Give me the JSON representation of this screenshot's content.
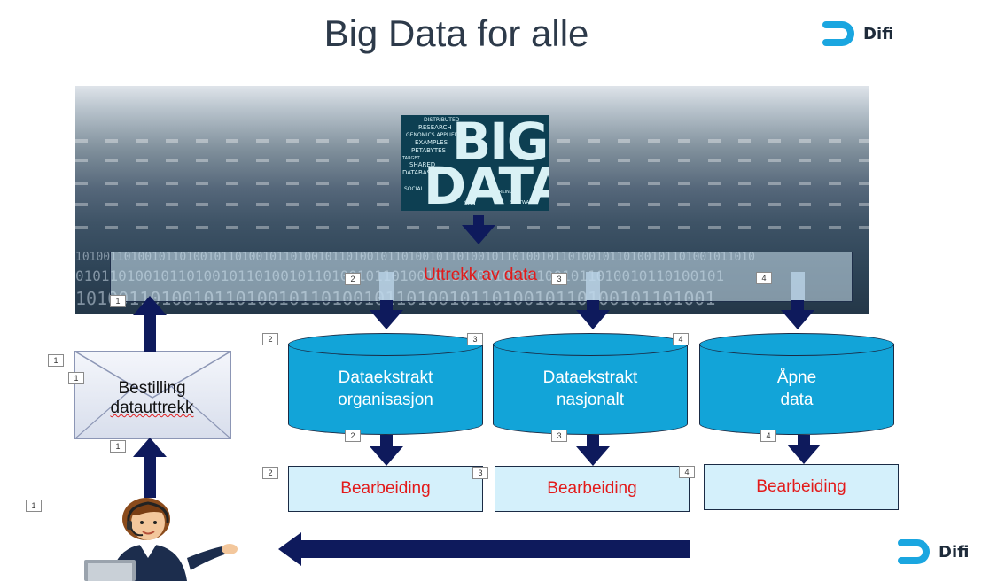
{
  "slide": {
    "title": "Big Data for alle",
    "logo_word": "Difi",
    "logo_word_bottom": "Difi",
    "big_data_image": {
      "big": "BIG",
      "data": "DATA",
      "words": [
        "DISTRIBUTED",
        "RESEARCH",
        "GENOMICS APPLIED",
        "EXAMPLES",
        "PETABYTES",
        "TARGET",
        "SHARED",
        "DATABASES",
        "SOCIAL",
        "SOFTWARE",
        "SAN",
        "NETWORKING"
      ]
    },
    "extract_band_label": "Uttrekk av data",
    "order_label_line1": "Bestilling",
    "order_label_line2": "datauttrekk",
    "cylinders": [
      {
        "line1": "Dataekstrakt",
        "line2": "organisasjon"
      },
      {
        "line1": "Dataekstrakt",
        "line2": "nasjonalt"
      },
      {
        "line1": "Åpne",
        "line2": "data"
      }
    ],
    "processing": [
      "Bearbeiding",
      "Bearbeiding",
      "Bearbeiding"
    ],
    "badges": [
      "1",
      "1",
      "1",
      "1",
      "1",
      "2",
      "2",
      "2",
      "2",
      "3",
      "3",
      "3",
      "3",
      "4",
      "4",
      "4",
      "4"
    ],
    "colors": {
      "title": "#2d3a4a",
      "logo": "#1aa6e0",
      "cylinder": "#12a4d8",
      "arrow": "#0e1a5c",
      "red_label": "#e31a1a",
      "process_fill": "#d4f0fb"
    },
    "icons": [
      "difi-logo-icon",
      "envelope-icon",
      "person-with-headset-icon",
      "big-data-word-cloud-image"
    ]
  }
}
